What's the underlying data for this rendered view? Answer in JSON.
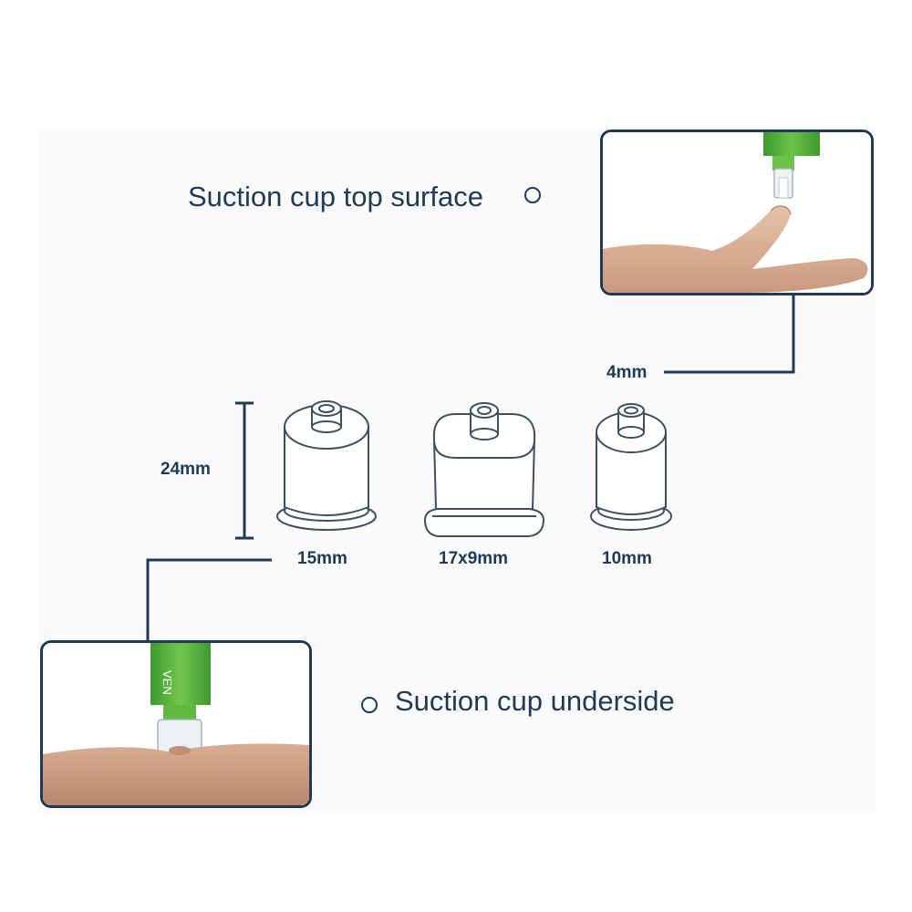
{
  "labels": {
    "top_surface": "Suction cup top surface",
    "underside": "Suction cup underside"
  },
  "dimensions": {
    "tip": "4mm",
    "height": "24mm",
    "cup_widths": [
      "15mm",
      "17x9mm",
      "10mm"
    ]
  },
  "colors": {
    "navy": "#1e3a57",
    "device_green": "#4caf3a",
    "skin": "#d9b29a",
    "cup_outline": "#3d4f62"
  },
  "icons": [
    "circle-marker-icon",
    "suction-cup-icon",
    "finger-photo",
    "arm-photo"
  ],
  "device_text": "VEN"
}
